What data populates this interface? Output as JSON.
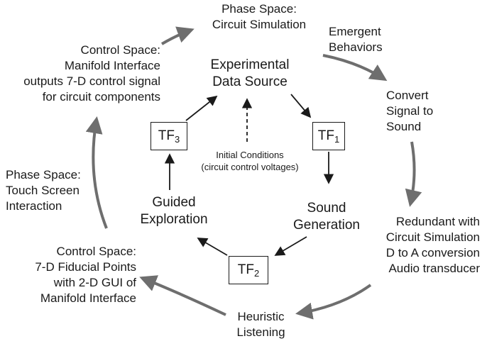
{
  "outer_cycle": {
    "phase_space_circuit": [
      "Phase Space:",
      "Circuit Simulation"
    ],
    "emergent_behaviors": [
      "Emergent",
      "Behaviors"
    ],
    "convert_signal": [
      "Convert",
      "Signal to",
      "Sound"
    ],
    "redundant": [
      "Redundant with",
      "Circuit Simulation",
      "D to A conversion",
      "Audio transducer"
    ],
    "heuristic_listening": [
      "Heuristic",
      "Listening"
    ],
    "control_space_fiducial": [
      "Control Space:",
      "7-D Fiducial Points",
      "with 2-D GUI of",
      "Manifold Interface"
    ],
    "phase_space_touch": [
      "Phase Space:",
      "Touch Screen",
      "Interaction"
    ],
    "control_space_manifold": [
      "Control Space:",
      "Manifold Interface",
      "outputs 7-D control signal",
      "for circuit components"
    ]
  },
  "inner_cycle": {
    "experimental_data_source": [
      "Experimental",
      "Data Source"
    ],
    "sound_generation": [
      "Sound",
      "Generation"
    ],
    "guided_exploration": [
      "Guided",
      "Exploration"
    ],
    "initial_conditions": [
      "Initial Conditions",
      "(circuit control voltages)"
    ],
    "tf1": {
      "base": "TF",
      "sub": "1"
    },
    "tf2": {
      "base": "TF",
      "sub": "2"
    },
    "tf3": {
      "base": "TF",
      "sub": "3"
    }
  },
  "colors": {
    "outer_arrow": "#6e6e6e",
    "inner_arrow": "#1a1a1a",
    "text": "#1a1a1a"
  }
}
